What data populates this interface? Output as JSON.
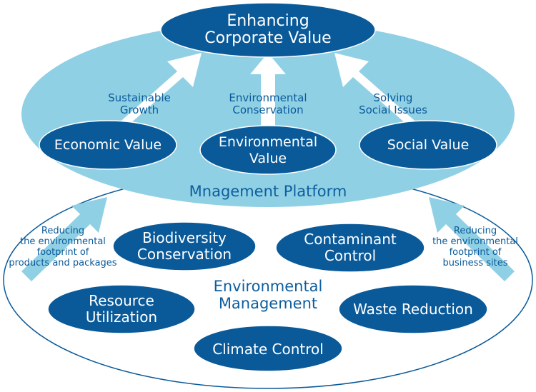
{
  "colors": {
    "platform_fill": "#8fd0e4",
    "node_fill": "#0a5a9a",
    "outline": "#0a5a9a",
    "arrow_fill": "#8fd0e4",
    "arrow_inner": "#ffffff",
    "text_dark": "#0a5a9a",
    "text_white": "#ffffff"
  },
  "top": {
    "label": "Enhancing\nCorporate Value"
  },
  "values": [
    {
      "label": "Economic Value"
    },
    {
      "label": "Environmental\nValue"
    },
    {
      "label": "Social Value"
    }
  ],
  "arrow_labels": [
    {
      "label": "Sustainable\nGrowth"
    },
    {
      "label": "Environmental\nConservation"
    },
    {
      "label": "Solving\nSocial Issues"
    }
  ],
  "platform": {
    "label": "Mnagement Platform"
  },
  "management": {
    "label": "Environmental\nManagement",
    "items": [
      {
        "label": "Biodiversity\nConservation"
      },
      {
        "label": "Contaminant\nControl"
      },
      {
        "label": "Resource\nUtilization"
      },
      {
        "label": "Waste Reduction"
      },
      {
        "label": "Climate Control"
      }
    ]
  },
  "side_labels": {
    "left": "Reducing\nthe environmental\nfootprint of\nproducts and packages",
    "right": "Reducing\nthe environmental\nfootprint of\nbusiness sites"
  }
}
